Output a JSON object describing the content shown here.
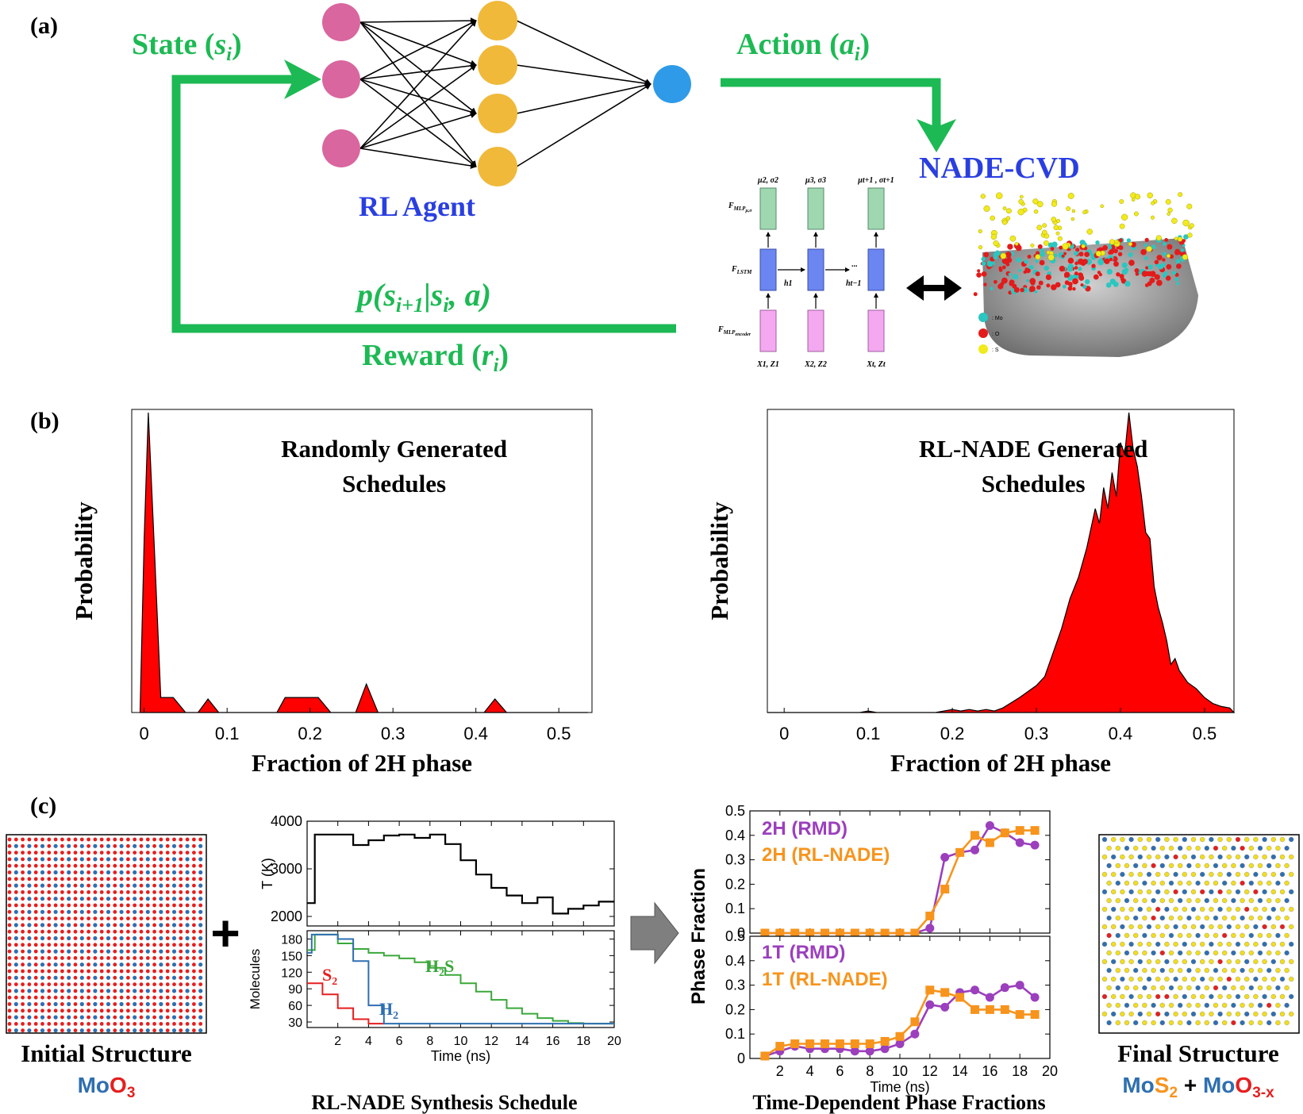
{
  "panel_a": {
    "label": "(a)",
    "state_label": "State (",
    "state_var": "s",
    "state_sub": "i",
    "state_close": ")",
    "action_label": "Action (",
    "action_var": "a",
    "action_sub": "i",
    "action_close": ")",
    "agent_label": "RL Agent",
    "nade_label": "NADE-CVD",
    "transition_p": "p(",
    "transition_s1": "s",
    "transition_s1_sub": "i+1",
    "transition_bar": "|",
    "transition_s2": "s",
    "transition_s2_sub": "i",
    "transition_end": ", a)",
    "reward_label": "Reward (",
    "reward_var": "r",
    "reward_sub": "i",
    "reward_close": ")",
    "lstm": {
      "f_mlp_top": "F",
      "f_mlp_top_sub": "MLP",
      "f_mlp_top_sub2": "μ,σ",
      "f_lstm": "F",
      "f_lstm_sub": "LSTM",
      "f_mlp_enc": "F",
      "f_mlp_enc_sub": "MLP",
      "f_mlp_enc_sub2": "encoder",
      "top_labels": [
        "μ2, σ2",
        "μ3, σ3",
        "μt+1 , σt+1"
      ],
      "bottom_labels": [
        "X1, Z1",
        "X2, Z2",
        "Xt, Zt"
      ],
      "h1": "h1",
      "ht": "ht−1",
      "dots": "..."
    },
    "legend": [
      "Mo",
      "O",
      "S"
    ],
    "colors": {
      "green": "#1db954",
      "blue": "#2a3fe0",
      "pink": "#d9669e",
      "yellow": "#f0b93a",
      "cyan": "#2f9be8"
    }
  },
  "panel_b": {
    "label": "(b)",
    "chart_data": [
      {
        "type": "area",
        "title": "Randomly Generated Schedules",
        "title_line1": "Randomly Generated",
        "title_line2": "Schedules",
        "xlabel": "Fraction of 2H phase",
        "ylabel": "Probability",
        "xlim": [
          -0.015,
          0.54
        ],
        "ylim": [
          0,
          1.0
        ],
        "xticks": [
          "0",
          "0.1",
          "0.2",
          "0.3",
          "0.4",
          "0.5"
        ],
        "xtick_values": [
          0,
          0.1,
          0.2,
          0.3,
          0.4,
          0.5
        ],
        "x": [
          -0.005,
          0.0,
          0.005,
          0.013,
          0.02,
          0.035,
          0.05,
          0.065,
          0.077,
          0.09,
          0.16,
          0.17,
          0.21,
          0.225,
          0.255,
          0.268,
          0.282,
          0.41,
          0.423,
          0.437,
          0.535
        ],
        "y": [
          0.0,
          0.58,
          1.0,
          0.5,
          0.05,
          0.05,
          0.0,
          0.0,
          0.045,
          0.0,
          0.0,
          0.05,
          0.05,
          0.0,
          0.0,
          0.095,
          0.0,
          0.0,
          0.045,
          0.0,
          0.0
        ],
        "color": "#ff0000"
      },
      {
        "type": "area",
        "title": "RL-NADE Generated Schedules",
        "title_line1": "RL-NADE Generated",
        "title_line2": "Schedules",
        "xlabel": "Fraction of 2H phase",
        "ylabel": "Probability",
        "xlim": [
          -0.02,
          0.535
        ],
        "ylim": [
          0,
          1.0
        ],
        "xticks": [
          "0",
          "0.1",
          "0.2",
          "0.3",
          "0.4",
          "0.5"
        ],
        "xtick_values": [
          0,
          0.1,
          0.2,
          0.3,
          0.4,
          0.5
        ],
        "x": [
          -0.02,
          0.09,
          0.1,
          0.11,
          0.18,
          0.2,
          0.21,
          0.22,
          0.23,
          0.24,
          0.25,
          0.26,
          0.28,
          0.3,
          0.31,
          0.32,
          0.33,
          0.34,
          0.35,
          0.36,
          0.37,
          0.375,
          0.38,
          0.385,
          0.39,
          0.395,
          0.4,
          0.405,
          0.41,
          0.415,
          0.42,
          0.425,
          0.43,
          0.435,
          0.44,
          0.445,
          0.45,
          0.455,
          0.46,
          0.465,
          0.47,
          0.475,
          0.48,
          0.49,
          0.5,
          0.51,
          0.52,
          0.53,
          0.535
        ],
        "y": [
          0.0,
          0.0,
          0.005,
          0.0,
          0.0,
          0.01,
          0.005,
          0.01,
          0.005,
          0.01,
          0.005,
          0.015,
          0.05,
          0.09,
          0.12,
          0.2,
          0.28,
          0.38,
          0.45,
          0.55,
          0.68,
          0.63,
          0.75,
          0.68,
          0.8,
          0.72,
          0.9,
          0.86,
          1.0,
          0.88,
          0.82,
          0.72,
          0.6,
          0.58,
          0.42,
          0.35,
          0.3,
          0.24,
          0.16,
          0.18,
          0.14,
          0.12,
          0.1,
          0.08,
          0.05,
          0.03,
          0.02,
          0.015,
          0.0
        ],
        "color": "#ff0000"
      }
    ]
  },
  "panel_c": {
    "label": "(c)",
    "initial_structure": "Initial Structure",
    "initial_formula_mo": "Mo",
    "initial_formula_o": "O",
    "initial_formula_o_sub": "3",
    "plus": "+",
    "schedule_caption": "RL-NADE Synthesis Schedule",
    "phase_caption": "Time-Dependent Phase Fractions",
    "final_structure": "Final Structure",
    "final_formula": {
      "mo1": "Mo",
      "s": "S",
      "s_sub": "2",
      "plus": " + ",
      "mo2": "Mo",
      "o": "O",
      "o_sub": "3-x"
    },
    "chart_data": [
      {
        "type": "line",
        "name": "temperature",
        "ylabel": "T (K)",
        "xlim": [
          0,
          20
        ],
        "ylim": [
          1800,
          4000
        ],
        "yticks": [
          2000,
          3000,
          4000
        ],
        "x": [
          0,
          0.5,
          1,
          2,
          3,
          4,
          5,
          6,
          7,
          8,
          9,
          10,
          11,
          12,
          13,
          14,
          15,
          16,
          17,
          18,
          19,
          20
        ],
        "y": [
          2280,
          3720,
          3720,
          3720,
          3500,
          3600,
          3700,
          3720,
          3650,
          3720,
          3520,
          3180,
          2880,
          2600,
          2440,
          2280,
          2400,
          2060,
          2160,
          2230,
          2310,
          2310
        ],
        "color": "#000000"
      },
      {
        "type": "line",
        "ylabel": "Molecules",
        "xlabel": "Time (ns)",
        "xlim": [
          0,
          20
        ],
        "ylim": [
          20,
          195
        ],
        "yticks": [
          30,
          60,
          90,
          120,
          150,
          180
        ],
        "xticks": [
          2,
          4,
          6,
          8,
          10,
          12,
          14,
          16,
          18,
          20
        ],
        "series": [
          {
            "name": "H2S",
            "label": "H",
            "label_sub": "2",
            "label_tail": "S",
            "color": "#3aa83a",
            "x": [
              0,
              0.5,
              1,
              2,
              3,
              4,
              5,
              6,
              7,
              8,
              9,
              10,
              11,
              12,
              13,
              14,
              15,
              16,
              17,
              18,
              19,
              20
            ],
            "y": [
              160,
              188,
              188,
              172,
              162,
              155,
              150,
              145,
              138,
              128,
              115,
              100,
              85,
              70,
              55,
              45,
              37,
              32,
              28,
              27,
              27,
              27
            ]
          },
          {
            "name": "S2",
            "label": "S",
            "label_sub": "2",
            "label_tail": "",
            "color": "#e51f1f",
            "x": [
              0,
              0.5,
              1,
              2,
              3,
              4,
              5
            ],
            "y": [
              100,
              100,
              80,
              55,
              35,
              27,
              27
            ]
          },
          {
            "name": "H2",
            "label": "H",
            "label_sub": "2",
            "label_tail": "",
            "color": "#2f6fb0",
            "x": [
              0,
              0.3,
              1,
              2,
              3,
              4,
              5,
              6,
              7,
              8,
              9,
              10,
              11,
              12,
              13,
              14,
              15,
              16,
              17,
              18,
              19,
              20
            ],
            "y": [
              155,
              188,
              188,
              180,
              140,
              60,
              27,
              27,
              27,
              27,
              27,
              27,
              27,
              27,
              27,
              27,
              27,
              27,
              27,
              27,
              27,
              27
            ]
          }
        ]
      },
      {
        "type": "line",
        "xlim": [
          0,
          20
        ],
        "ylim": [
          0,
          0.5
        ],
        "yticks": [
          0,
          0.1,
          0.2,
          0.3,
          0.4,
          0.5
        ],
        "series": [
          {
            "name": "2H (RMD)",
            "color": "#9b3fbd",
            "marker": "circle",
            "x": [
              1,
              2,
              3,
              4,
              5,
              6,
              7,
              8,
              9,
              10,
              11,
              12,
              13,
              14,
              15,
              16,
              17,
              18,
              19
            ],
            "y": [
              0,
              0,
              0,
              0,
              0,
              0,
              0,
              0,
              0,
              0,
              0,
              0.02,
              0.31,
              0.33,
              0.34,
              0.44,
              0.41,
              0.37,
              0.36
            ]
          },
          {
            "name": "2H (RL-NADE)",
            "color": "#f7941d",
            "marker": "square",
            "x": [
              1,
              2,
              3,
              4,
              5,
              6,
              7,
              8,
              9,
              10,
              11,
              12,
              13,
              14,
              15,
              16,
              17,
              18,
              19
            ],
            "y": [
              0,
              0,
              0,
              0,
              0,
              0,
              0,
              0,
              0,
              0,
              0,
              0.07,
              0.18,
              0.33,
              0.4,
              0.37,
              0.41,
              0.42,
              0.42
            ]
          }
        ]
      },
      {
        "type": "line",
        "xlabel": "Time (ns)",
        "ylabel": "Phase Fraction",
        "xlim": [
          0,
          20
        ],
        "ylim": [
          0,
          0.5
        ],
        "yticks": [
          0,
          0.1,
          0.2,
          0.3,
          0.4,
          0.5
        ],
        "xticks": [
          2,
          4,
          6,
          8,
          10,
          12,
          14,
          16,
          18,
          20
        ],
        "series": [
          {
            "name": "1T (RMD)",
            "color": "#9b3fbd",
            "marker": "circle",
            "x": [
              1,
              2,
              3,
              4,
              5,
              6,
              7,
              8,
              9,
              10,
              11,
              12,
              13,
              14,
              15,
              16,
              17,
              18,
              19
            ],
            "y": [
              0.01,
              0.03,
              0.05,
              0.04,
              0.04,
              0.04,
              0.03,
              0.03,
              0.04,
              0.06,
              0.1,
              0.22,
              0.21,
              0.27,
              0.28,
              0.25,
              0.29,
              0.3,
              0.25
            ]
          },
          {
            "name": "1T (RL-NADE)",
            "color": "#f7941d",
            "marker": "square",
            "x": [
              1,
              2,
              3,
              4,
              5,
              6,
              7,
              8,
              9,
              10,
              11,
              12,
              13,
              14,
              15,
              16,
              17,
              18,
              19
            ],
            "y": [
              0.01,
              0.05,
              0.06,
              0.06,
              0.06,
              0.06,
              0.06,
              0.06,
              0.07,
              0.09,
              0.15,
              0.28,
              0.27,
              0.25,
              0.2,
              0.2,
              0.2,
              0.18,
              0.18
            ]
          }
        ]
      }
    ]
  }
}
